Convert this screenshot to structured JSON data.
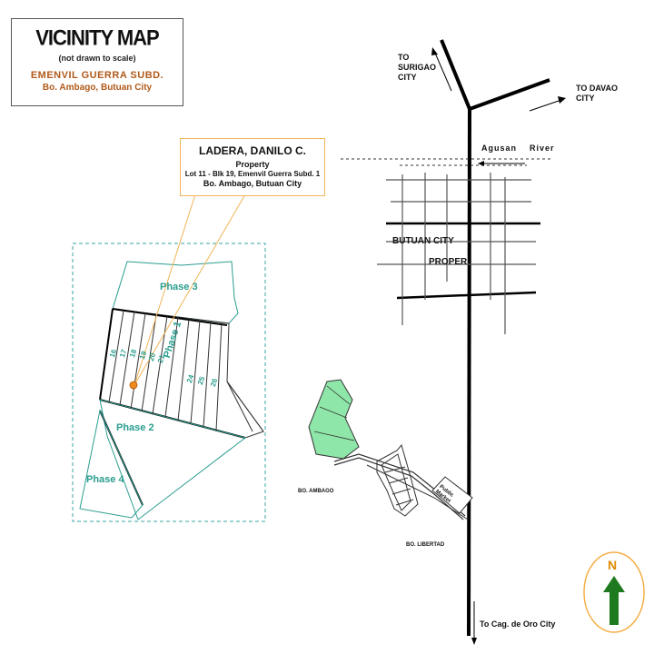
{
  "title": {
    "heading": "VICINITY MAP",
    "note": "(not drawn to scale)",
    "subdivision": "EMENVIL GUERRA SUBD.",
    "location": "Bo. Ambago, Butuan City"
  },
  "owner": {
    "name": "LADERA, DANILO C.",
    "type": "Property",
    "lot": "Lot 11 - Blk 19, Emenvil Guerra Subd. 1",
    "address": "Bo. Ambago, Butuan City"
  },
  "phases": {
    "phase1": "Phase 1",
    "phase2": "Phase 2",
    "phase3": "Phase 3",
    "phase4": "Phase 4"
  },
  "lots": [
    "16",
    "17",
    "18",
    "19",
    "20",
    "21",
    "24",
    "25",
    "26"
  ],
  "places": {
    "to_surigao": "TO\nSURIGAO\nCITY",
    "to_davao": "TO DAVAO\nCITY",
    "river": "Agusan    River",
    "city": "BUTUAN CITY",
    "proper": "PROPER",
    "ambago": "BO. AMBAGO",
    "libertad": "BO. LIBERTAD",
    "market": "Public\nMarket",
    "to_cdo": "To Cag. de Oro City"
  },
  "compass": {
    "label": "N"
  },
  "colors": {
    "teal": "#2a9d8f",
    "lot_fill": "#8ee6a8",
    "marker": "#f08a1c",
    "leader": "#f0b458",
    "arrow_green": "#1e7a1e"
  }
}
